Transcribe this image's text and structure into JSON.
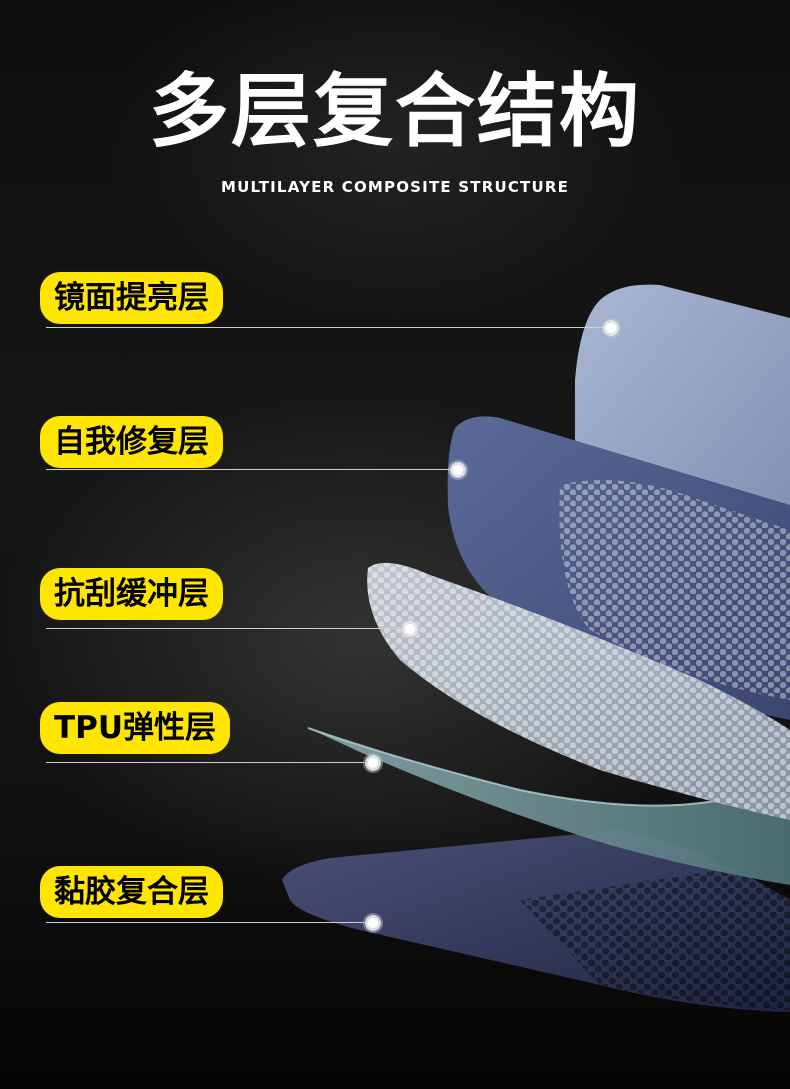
{
  "header": {
    "title": "多层复合结构",
    "subtitle": "MULTILAYER COMPOSITE STRUCTURE"
  },
  "layers": [
    {
      "label": "镜面提亮层"
    },
    {
      "label": "自我修复层"
    },
    {
      "label": "抗刮缓冲层"
    },
    {
      "label": "TPU弹性层"
    },
    {
      "label": "黏胶复合层"
    }
  ],
  "colors": {
    "background": "#0b0b0b",
    "label_background": "#ffe600",
    "label_text": "#000000",
    "title_text": "#ffffff"
  }
}
